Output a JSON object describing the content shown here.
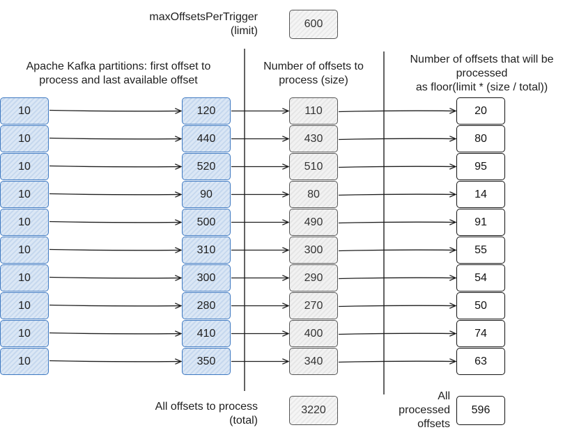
{
  "limit": {
    "label_line1": "maxOffsetsPerTrigger",
    "label_line2": "(limit)",
    "value": "600"
  },
  "headers": {
    "partitions_line1": "Apache Kafka partitions: first offset to",
    "partitions_line2": "process and last available offset",
    "size_line1": "Number of offsets to",
    "size_line2": "process (size)",
    "processed_line1": "Number of offsets that will be",
    "processed_line2": "processed",
    "processed_line3": "as floor(limit * (size / total))"
  },
  "rows": [
    {
      "first": "10",
      "last": "120",
      "size": "110",
      "processed": "20"
    },
    {
      "first": "10",
      "last": "440",
      "size": "430",
      "processed": "80"
    },
    {
      "first": "10",
      "last": "520",
      "size": "510",
      "processed": "95"
    },
    {
      "first": "10",
      "last": "90",
      "size": "80",
      "processed": "14"
    },
    {
      "first": "10",
      "last": "500",
      "size": "490",
      "processed": "91"
    },
    {
      "first": "10",
      "last": "310",
      "size": "300",
      "processed": "55"
    },
    {
      "first": "10",
      "last": "300",
      "size": "290",
      "processed": "54"
    },
    {
      "first": "10",
      "last": "280",
      "size": "270",
      "processed": "50"
    },
    {
      "first": "10",
      "last": "410",
      "size": "400",
      "processed": "74"
    },
    {
      "first": "10",
      "last": "350",
      "size": "340",
      "processed": "63"
    }
  ],
  "total": {
    "label_line1": "All offsets to process",
    "label_line2": "(total)",
    "value": "3220"
  },
  "processed_total": {
    "label_line1": "All",
    "label_line2": "processed",
    "label_line3": "offsets",
    "value": "596"
  }
}
